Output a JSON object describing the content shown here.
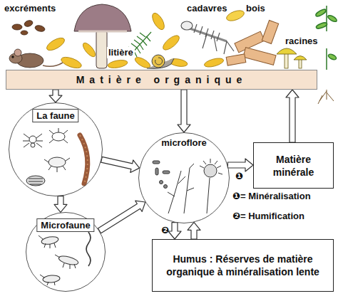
{
  "diagram": {
    "nodes": [
      {
        "text": [
          "Matière organique"
        ]
      },
      {
        "text": [
          "La faune"
        ]
      },
      {
        "text": [
          "microflore"
        ]
      },
      {
        "text": [
          "Matière minérale"
        ]
      },
      {
        "text": [
          "Microfaune"
        ]
      },
      {
        "text": [
          "Humus : Réserves de matière organique à minéralisation lente"
        ]
      }
    ],
    "edges": [
      {
        "from": 0,
        "to": 1,
        "arrow": "to"
      },
      {
        "from": 0,
        "to": 2,
        "arrow": "to"
      },
      {
        "from": 1,
        "to": 2,
        "arrow": "to"
      },
      {
        "from": 1,
        "to": 4,
        "arrow": "to"
      },
      {
        "from": 4,
        "to": 2,
        "arrow": "to"
      },
      {
        "from": 2,
        "to": 3,
        "arrow": "to"
      },
      {
        "from": 3,
        "to": 0,
        "arrow": "to"
      },
      {
        "from": 2,
        "to": 5,
        "arrow": "to"
      },
      {
        "from": 5,
        "to": 2,
        "arrow": "to"
      }
    ],
    "labels": [
      "excréments",
      "litière",
      "cadavres",
      "bois",
      "racines",
      "❶",
      "❷",
      "❶= Minéralisation",
      "❷= Humification"
    ]
  }
}
